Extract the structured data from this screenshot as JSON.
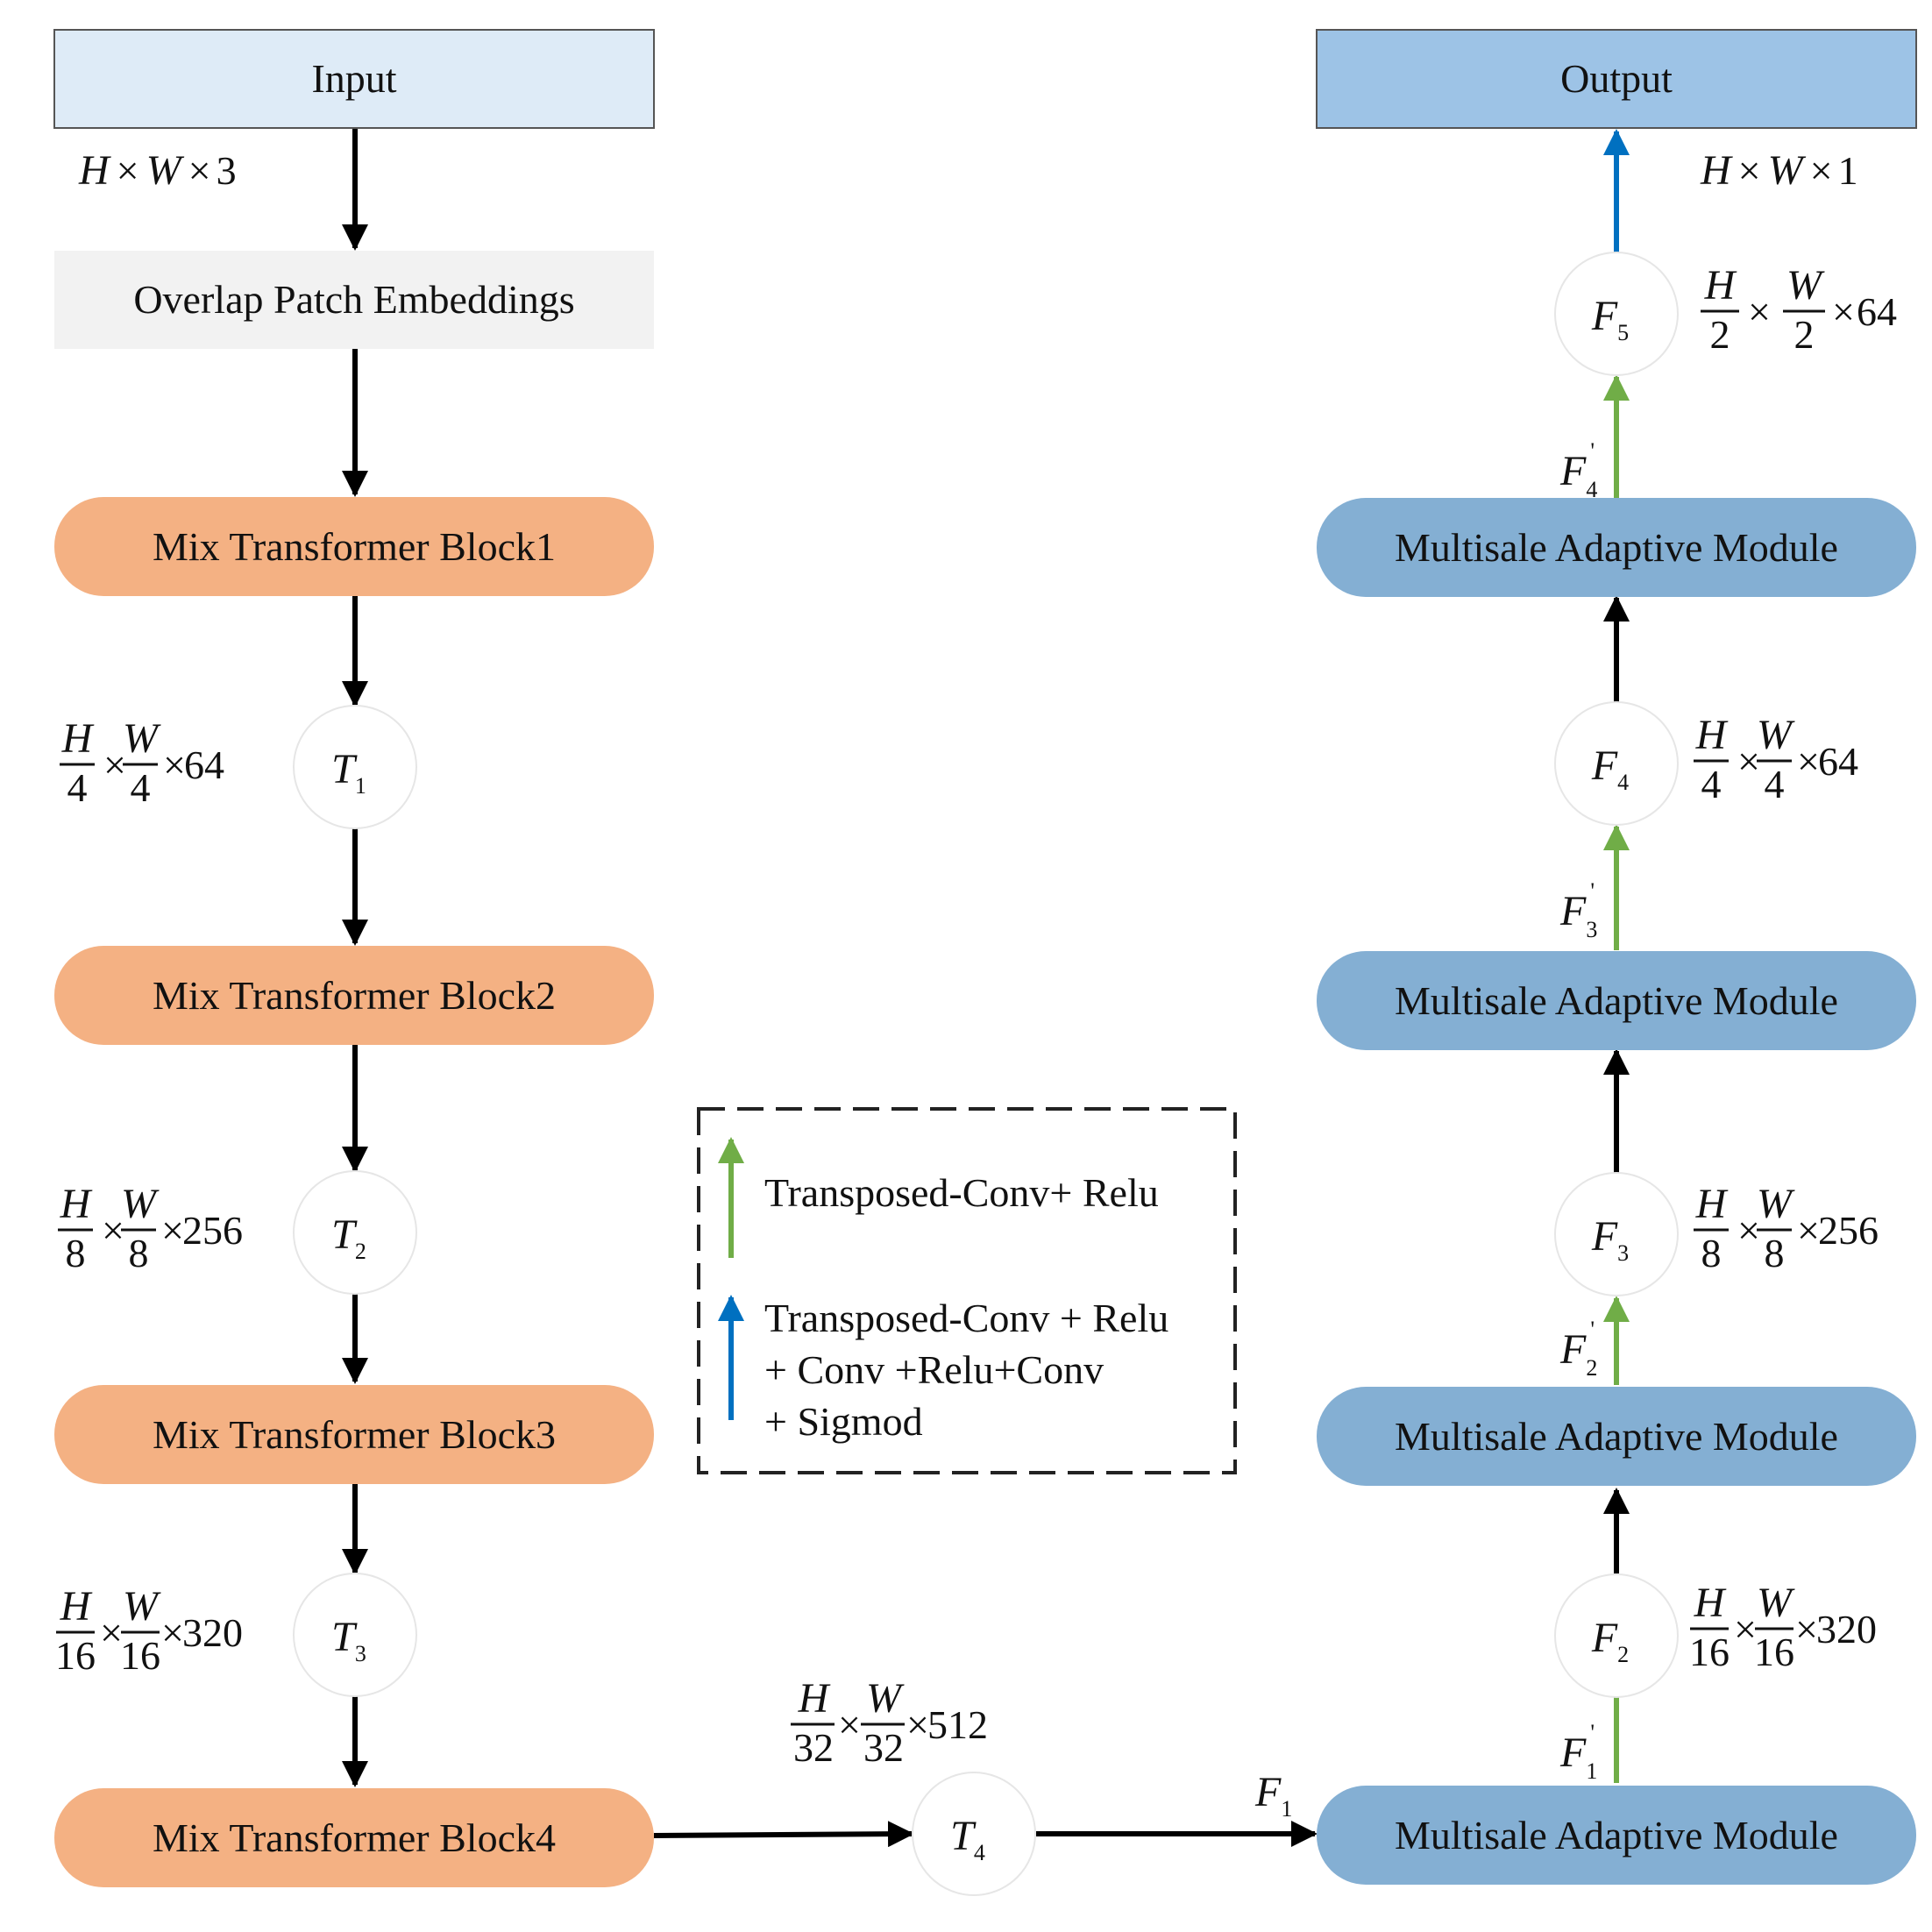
{
  "colors": {
    "input_fill": "#deebf7",
    "output_fill": "#9dc3e6",
    "patch_fill": "#f2f2f2",
    "encoder_fill": "#f4b183",
    "decoder_fill": "#84afd3",
    "arrow_black": "#000000",
    "arrow_green": "#70ad47",
    "arrow_blue": "#0070c0"
  },
  "boxes": {
    "input": "Input",
    "output": "Output",
    "patch": "Overlap Patch Embeddings",
    "block1": "Mix Transformer Block1",
    "block2": "Mix Transformer Block2",
    "block3": "Mix Transformer Block3",
    "block4": "Mix Transformer Block4",
    "msam1": "Multisale Adaptive Module",
    "msam2": "Multisale Adaptive Module",
    "msam3": "Multisale Adaptive Module",
    "msam4": "Multisale Adaptive Module"
  },
  "nodes": {
    "T1": {
      "base": "T",
      "sub": "1"
    },
    "T2": {
      "base": "T",
      "sub": "2"
    },
    "T3": {
      "base": "T",
      "sub": "3"
    },
    "T4": {
      "base": "T",
      "sub": "4"
    },
    "F2": {
      "base": "F",
      "sub": "2"
    },
    "F3": {
      "base": "F",
      "sub": "3"
    },
    "F4": {
      "base": "F",
      "sub": "4"
    },
    "F5": {
      "base": "F",
      "sub": "5"
    }
  },
  "edge_labels": {
    "F1": {
      "base": "F",
      "sub": "1"
    },
    "F1p": {
      "base": "F",
      "sub": "1",
      "sup": "'"
    },
    "F2p": {
      "base": "F",
      "sub": "2",
      "sup": "'"
    },
    "F3p": {
      "base": "F",
      "sub": "3",
      "sup": "'"
    },
    "F4p": {
      "base": "F",
      "sub": "4",
      "sup": "'"
    }
  },
  "dims": {
    "input": {
      "h": "H",
      "w": "W",
      "c": "3",
      "times": "×"
    },
    "output": {
      "h": "H",
      "w": "W",
      "c": "1",
      "times": "×"
    },
    "T1": {
      "h": "H",
      "hd": "4",
      "w": "W",
      "wd": "4",
      "c": "64",
      "times": "×"
    },
    "T2": {
      "h": "H",
      "hd": "8",
      "w": "W",
      "wd": "8",
      "c": "256",
      "times": "×"
    },
    "T3": {
      "h": "H",
      "hd": "16",
      "w": "W",
      "wd": "16",
      "c": "320",
      "times": "×"
    },
    "T4": {
      "h": "H",
      "hd": "32",
      "w": "W",
      "wd": "32",
      "c": "512",
      "times": "×"
    },
    "F2": {
      "h": "H",
      "hd": "16",
      "w": "W",
      "wd": "16",
      "c": "320",
      "times": "×"
    },
    "F3": {
      "h": "H",
      "hd": "8",
      "w": "W",
      "wd": "8",
      "c": "256",
      "times": "×"
    },
    "F4": {
      "h": "H",
      "hd": "4",
      "w": "W",
      "wd": "4",
      "c": "64",
      "times": "×"
    },
    "F5": {
      "h": "H",
      "hd": "2",
      "w": "W",
      "wd": "2",
      "c": "64",
      "times": "×"
    }
  },
  "legend": {
    "green": "Transposed-Conv+ Relu",
    "blue_line1": "Transposed-Conv + Relu",
    "blue_line2": "+ Conv +Relu+Conv",
    "blue_line3": "+ Sigmod"
  }
}
